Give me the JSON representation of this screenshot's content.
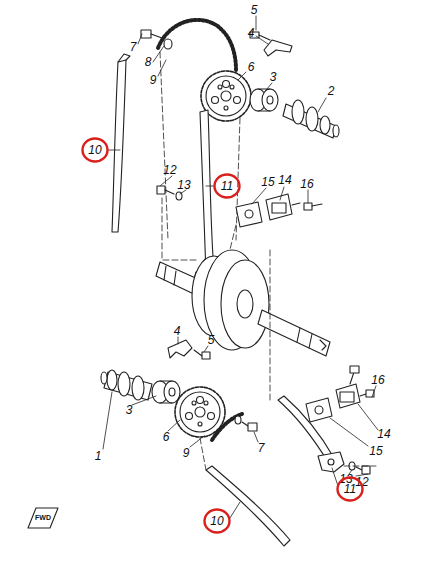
{
  "diagram": {
    "nodes": [
      {
        "text": [
          "10"
        ]
      },
      {
        "text": [
          "11"
        ]
      },
      {
        "text": [
          "11"
        ]
      },
      {
        "text": [
          "10"
        ]
      }
    ],
    "labels": [
      "5",
      "7",
      "8",
      "4",
      "9",
      "6",
      "3",
      "2",
      "12",
      "13",
      "15",
      "14",
      "16",
      "4",
      "5",
      "16",
      "1",
      "3",
      "14",
      "6",
      "9",
      "7",
      "15",
      "13",
      "12",
      "FWD"
    ]
  }
}
